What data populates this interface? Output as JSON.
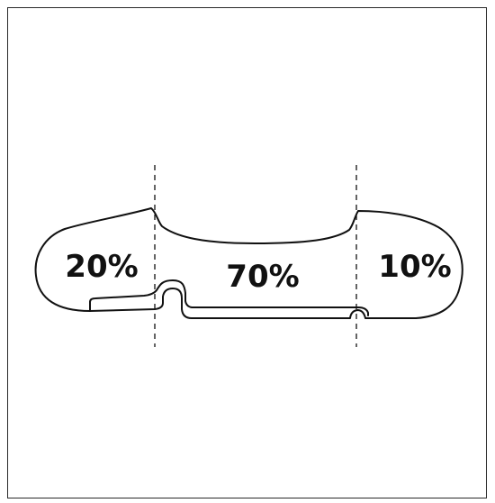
{
  "diagram": {
    "segments": [
      {
        "label": "20%",
        "value": 20
      },
      {
        "label": "70%",
        "value": 70
      },
      {
        "label": "10%",
        "value": 10
      }
    ],
    "colors": {
      "stroke": "#111111",
      "background": "#ffffff",
      "frame": "#2a2a2a"
    }
  }
}
